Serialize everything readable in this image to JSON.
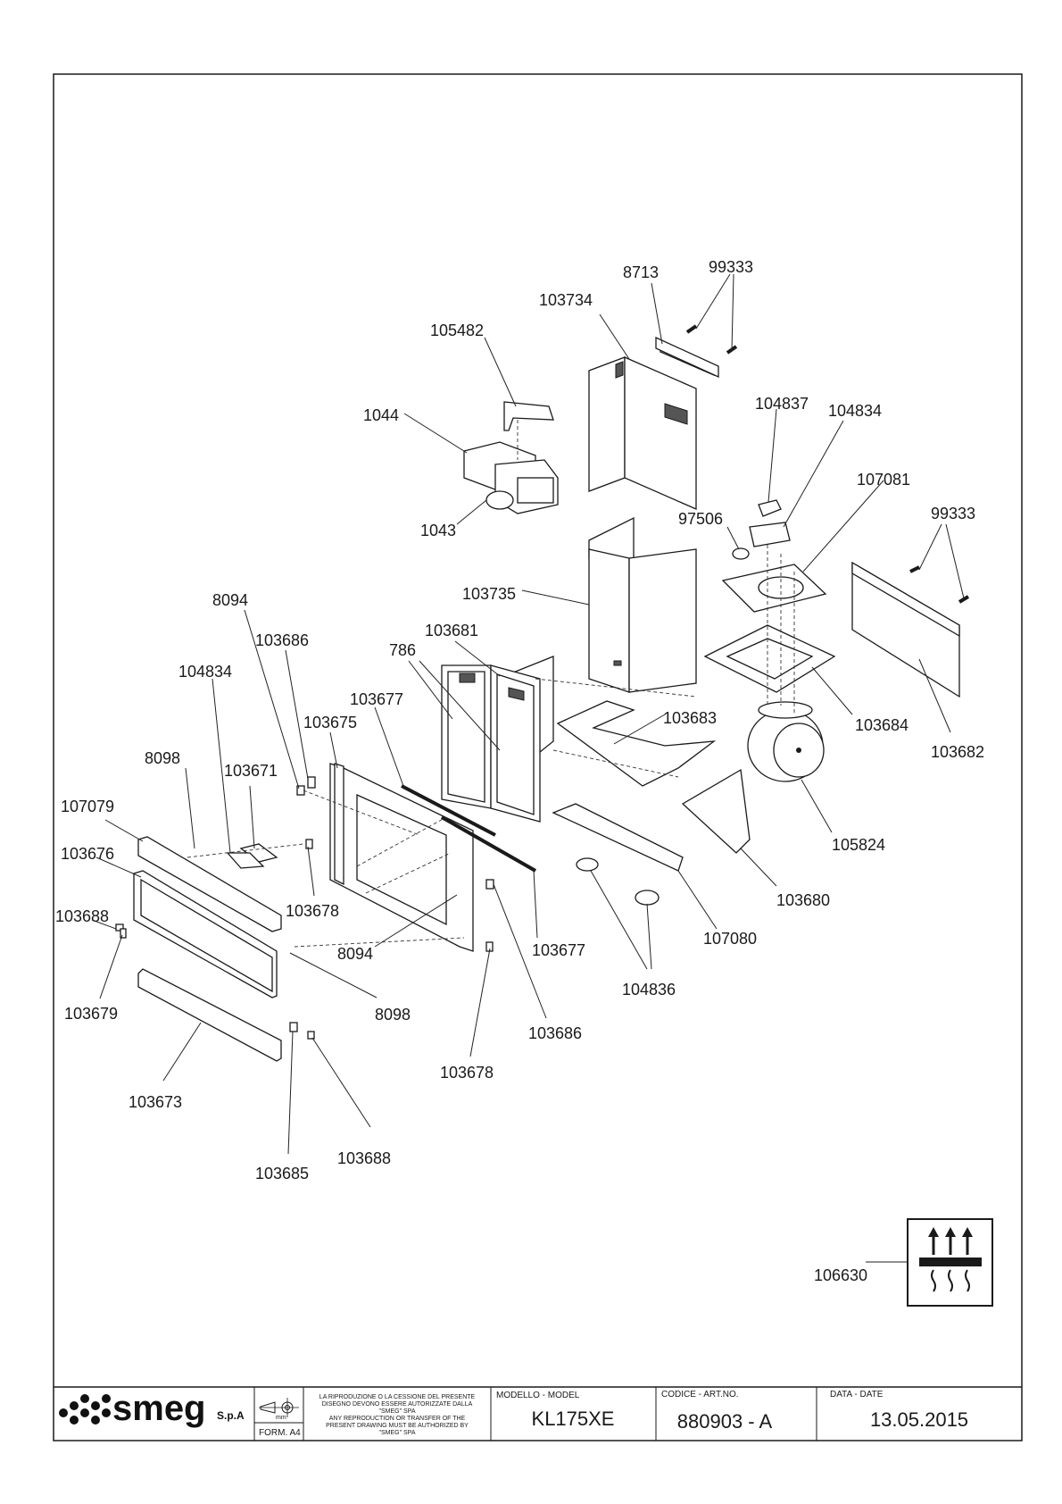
{
  "labels": {
    "p8713": "8713",
    "p99333a": "99333",
    "p103734": "103734",
    "p105482": "105482",
    "p1044": "1044",
    "p1043": "1043",
    "p104837": "104837",
    "p104834a": "104834",
    "p107081": "107081",
    "p97506": "97506",
    "p99333b": "99333",
    "p103735": "103735",
    "p8094a": "8094",
    "p103686a": "103686",
    "p103681": "103681",
    "p786": "786",
    "p104834b": "104834",
    "p103677a": "103677",
    "p103675": "103675",
    "p103683": "103683",
    "p103684": "103684",
    "p103682": "103682",
    "p8098a": "8098",
    "p103671": "103671",
    "p107079": "107079",
    "p103676": "103676",
    "p103678a": "103678",
    "p105824": "105824",
    "p103680": "103680",
    "p103688a": "103688",
    "p8094b": "8094",
    "p103677b": "103677",
    "p107080": "107080",
    "p103679": "103679",
    "p8098b": "8098",
    "p104836": "104836",
    "p103686b": "103686",
    "p103678b": "103678",
    "p103673": "103673",
    "p103688b": "103688",
    "p103685": "103685",
    "p106630": "106630"
  },
  "title_block": {
    "brand": "smeg",
    "brand_suffix": "S.p.A",
    "unit": "mm",
    "format": "FORM. A4",
    "notice_it": [
      "LA RIPRODUZIONE O LA CESSIONE DEL PRESENTE",
      "DISEGNO DEVONO ESSERE AUTORIZZATE DALLA",
      "\"SMEG\" SPA"
    ],
    "notice_en": [
      "ANY REPRODUCTION OR TRANSFER OF THE",
      "PRESENT DRAWING MUST BE AUTHORIZED BY",
      "\"SMEG\" SPA"
    ],
    "model_label": "MODELLO - MODEL",
    "model_value": "KL175XE",
    "code_label": "CODICE - ART.NO.",
    "code_value": "880903 - A",
    "date_label": "DATA - DATE",
    "date_value": "13.05.2015"
  },
  "colors": {
    "line": "#1a1a1a",
    "background": "#ffffff"
  }
}
